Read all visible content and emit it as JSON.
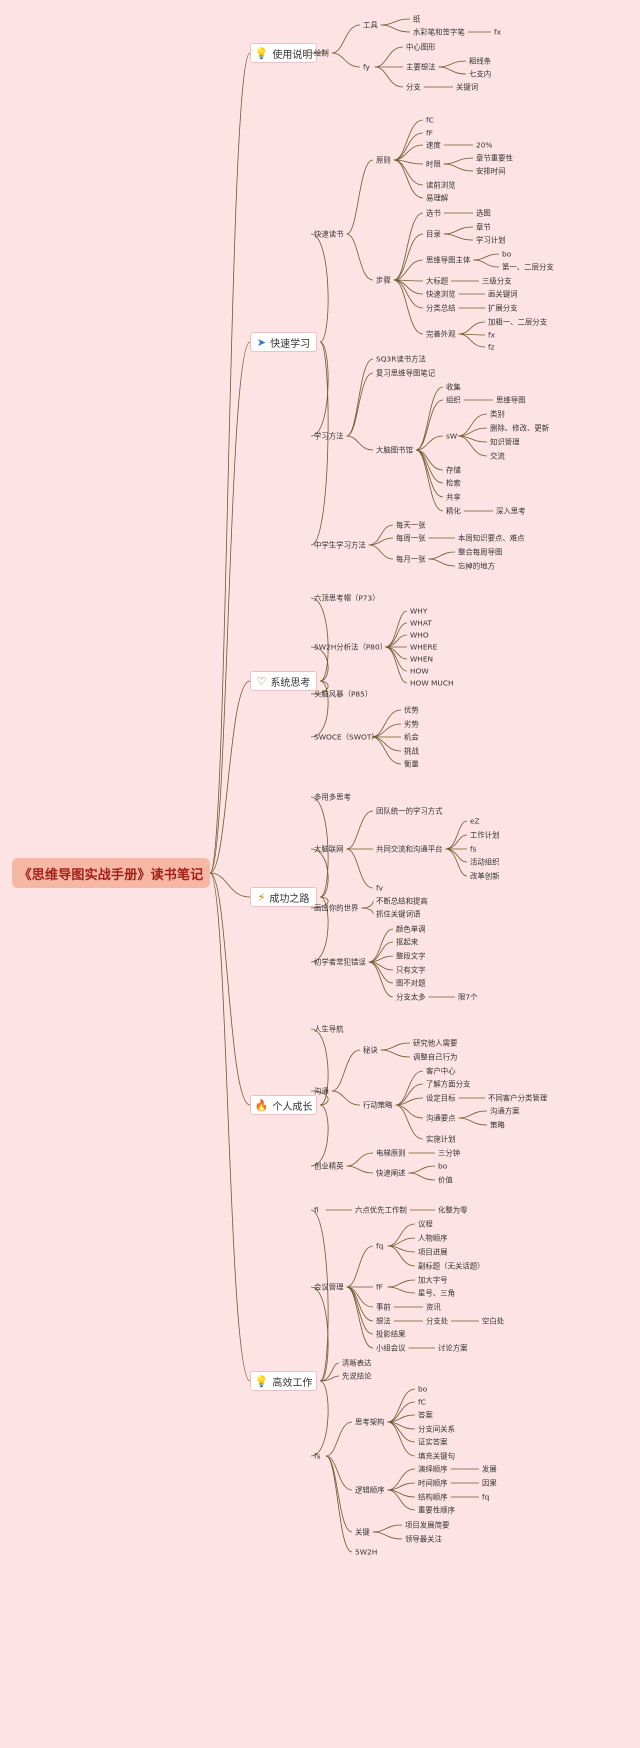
{
  "title": "《思维导图实战手册》读书笔记",
  "colors": {
    "background": "#fde3e3",
    "line": "#6e5a2c",
    "root_fill": "#f6b8a5",
    "root_text": "#a3201b"
  },
  "categories": [
    {
      "label": "使用说明",
      "icon": "lightbulb-icon",
      "glyph": "💡",
      "icon_color": "#e0a100"
    },
    {
      "label": "快速学习",
      "icon": "send-icon",
      "glyph": "➤",
      "icon_color": "#2a7bd0"
    },
    {
      "label": "系统思考",
      "icon": "heart-icon",
      "glyph": "♡",
      "icon_color": "#d43a3a"
    },
    {
      "label": "成功之路",
      "icon": "magic-wand-icon",
      "glyph": "⚡",
      "icon_color": "#c07a10"
    },
    {
      "label": "个人成长",
      "icon": "fire-icon",
      "glyph": "🔥",
      "icon_color": "#2a7bd0"
    },
    {
      "label": "高效工作",
      "icon": "lightbulb-icon",
      "glyph": "💡",
      "icon_color": "#e0a100"
    }
  ],
  "nodes": [
    {
      "id": "a1",
      "text": "绘制"
    },
    {
      "id": "a2",
      "text": "工具"
    },
    {
      "id": "a3",
      "text": "纸"
    },
    {
      "id": "a4",
      "text": "水彩笔和签字笔"
    },
    {
      "id": "a5",
      "text": "fx"
    },
    {
      "id": "a6",
      "text": "fy"
    },
    {
      "id": "a7",
      "text": "中心图形"
    },
    {
      "id": "a8",
      "text": "主要想法"
    },
    {
      "id": "a9",
      "text": "粗线条"
    },
    {
      "id": "a10",
      "text": "七支内"
    },
    {
      "id": "a11",
      "text": "分支"
    },
    {
      "id": "a12",
      "text": "关键词"
    },
    {
      "id": "b1",
      "text": "快速读书"
    },
    {
      "id": "b2",
      "text": "原则"
    },
    {
      "id": "b3",
      "text": "fC"
    },
    {
      "id": "b4",
      "text": "fF"
    },
    {
      "id": "b5",
      "text": "速度"
    },
    {
      "id": "b6",
      "text": "20%"
    },
    {
      "id": "b7",
      "text": "时限"
    },
    {
      "id": "b8",
      "text": "章节重要性"
    },
    {
      "id": "b9",
      "text": "安排时间"
    },
    {
      "id": "b10",
      "text": "读前浏览"
    },
    {
      "id": "b11",
      "text": "易理解"
    },
    {
      "id": "b12",
      "text": "步骤"
    },
    {
      "id": "b13",
      "text": "选书"
    },
    {
      "id": "b14",
      "text": "选图"
    },
    {
      "id": "b15",
      "text": "目录"
    },
    {
      "id": "b16",
      "text": "章节"
    },
    {
      "id": "b17",
      "text": "学习计划"
    },
    {
      "id": "b18",
      "text": "思维导图主体"
    },
    {
      "id": "b19",
      "text": "bo"
    },
    {
      "id": "b20",
      "text": "第一、二层分支"
    },
    {
      "id": "b21",
      "text": "大标题"
    },
    {
      "id": "b22",
      "text": "三级分支"
    },
    {
      "id": "b23",
      "text": "快速浏览"
    },
    {
      "id": "b24",
      "text": "画关键词"
    },
    {
      "id": "b25",
      "text": "分类总结"
    },
    {
      "id": "b26",
      "text": "扩展分支"
    },
    {
      "id": "b27",
      "text": "完善外观"
    },
    {
      "id": "b28",
      "text": "加粗一、二层分支"
    },
    {
      "id": "b29",
      "text": "fx"
    },
    {
      "id": "b30",
      "text": "fz"
    },
    {
      "id": "b31",
      "text": "学习方法"
    },
    {
      "id": "b32",
      "text": "SQ3R读书方法"
    },
    {
      "id": "b33",
      "text": "复习思维导图笔记"
    },
    {
      "id": "b34",
      "text": "大脑图书馆"
    },
    {
      "id": "b35",
      "text": "收集"
    },
    {
      "id": "b36",
      "text": "组织"
    },
    {
      "id": "b37",
      "text": "思维导图"
    },
    {
      "id": "b38",
      "text": "sW"
    },
    {
      "id": "b39",
      "text": "类别"
    },
    {
      "id": "b40",
      "text": "删除、修改、更新"
    },
    {
      "id": "b41",
      "text": "知识管理"
    },
    {
      "id": "b42",
      "text": "交流"
    },
    {
      "id": "b43",
      "text": "存储"
    },
    {
      "id": "b44",
      "text": "检索"
    },
    {
      "id": "b45",
      "text": "共享"
    },
    {
      "id": "b46",
      "text": "精化"
    },
    {
      "id": "b47",
      "text": "深入思考"
    },
    {
      "id": "b48",
      "text": "中学生学习方法"
    },
    {
      "id": "b49",
      "text": "每天一张"
    },
    {
      "id": "b50",
      "text": "每周一张"
    },
    {
      "id": "b51",
      "text": "本周知识要点、难点"
    },
    {
      "id": "b52",
      "text": "每月一张"
    },
    {
      "id": "b53",
      "text": "整合每周导图"
    },
    {
      "id": "b54",
      "text": "忘掉的地方"
    },
    {
      "id": "c1",
      "text": "六顶思考帽（P73）"
    },
    {
      "id": "c2",
      "text": "5W2H分析法（P80）"
    },
    {
      "id": "c3",
      "text": "WHY"
    },
    {
      "id": "c4",
      "text": "WHAT"
    },
    {
      "id": "c5",
      "text": "WHO"
    },
    {
      "id": "c6",
      "text": "WHERE"
    },
    {
      "id": "c7",
      "text": "WHEN"
    },
    {
      "id": "c8",
      "text": "HOW"
    },
    {
      "id": "c9",
      "text": "HOW MUCH"
    },
    {
      "id": "c10",
      "text": "头脑风暴（P85）"
    },
    {
      "id": "c11",
      "text": "SWOCE（SWOT）"
    },
    {
      "id": "c12",
      "text": "优势"
    },
    {
      "id": "c13",
      "text": "劣势"
    },
    {
      "id": "c14",
      "text": "机会"
    },
    {
      "id": "c15",
      "text": "挑战"
    },
    {
      "id": "c16",
      "text": "衡量"
    },
    {
      "id": "d1",
      "text": "多用多思考"
    },
    {
      "id": "d2",
      "text": "大脑联网"
    },
    {
      "id": "d3",
      "text": "团队统一的学习方式"
    },
    {
      "id": "d4",
      "text": "共同交流和沟通平台"
    },
    {
      "id": "d5",
      "text": "eZ"
    },
    {
      "id": "d6",
      "text": "工作计划"
    },
    {
      "id": "d7",
      "text": "fs"
    },
    {
      "id": "d8",
      "text": "活动组织"
    },
    {
      "id": "d9",
      "text": "改革创新"
    },
    {
      "id": "d10",
      "text": "fv"
    },
    {
      "id": "d11",
      "text": "画出你的世界"
    },
    {
      "id": "d12",
      "text": "不断总结和提高"
    },
    {
      "id": "d13",
      "text": "抓住关键词语"
    },
    {
      "id": "d14",
      "text": "初学者常犯错误"
    },
    {
      "id": "d15",
      "text": "颜色单调"
    },
    {
      "id": "d16",
      "text": "抠起来"
    },
    {
      "id": "d17",
      "text": "整段文字"
    },
    {
      "id": "d18",
      "text": "只有文字"
    },
    {
      "id": "d19",
      "text": "图不对题"
    },
    {
      "id": "d20",
      "text": "分支太多"
    },
    {
      "id": "d21",
      "text": "限7个"
    },
    {
      "id": "e1",
      "text": "人生导航"
    },
    {
      "id": "e2",
      "text": "沟通"
    },
    {
      "id": "e3",
      "text": "秘诀"
    },
    {
      "id": "e4",
      "text": "研究他人需要"
    },
    {
      "id": "e5",
      "text": "调整自己行为"
    },
    {
      "id": "e6",
      "text": "行动策略"
    },
    {
      "id": "e7",
      "text": "客户中心"
    },
    {
      "id": "e8",
      "text": "了解方面分支"
    },
    {
      "id": "e9",
      "text": "设定目标"
    },
    {
      "id": "e10",
      "text": "不同客户分类管理"
    },
    {
      "id": "e11",
      "text": "沟通要点"
    },
    {
      "id": "e12",
      "text": "沟通方案"
    },
    {
      "id": "e13",
      "text": "策略"
    },
    {
      "id": "e14",
      "text": "实施计划"
    },
    {
      "id": "e15",
      "text": "创业精英"
    },
    {
      "id": "e16",
      "text": "电梯原则"
    },
    {
      "id": "e17",
      "text": "三分钟"
    },
    {
      "id": "e18",
      "text": "快速阐述"
    },
    {
      "id": "e19",
      "text": "bo"
    },
    {
      "id": "e20",
      "text": "价值"
    },
    {
      "id": "f1",
      "text": "fi"
    },
    {
      "id": "f2",
      "text": "六点优先工作制"
    },
    {
      "id": "f3",
      "text": "化整为零"
    },
    {
      "id": "f4",
      "text": "会议管理"
    },
    {
      "id": "f5",
      "text": "fq"
    },
    {
      "id": "f6",
      "text": "议程"
    },
    {
      "id": "f7",
      "text": "人物顺序"
    },
    {
      "id": "f8",
      "text": "项目进展"
    },
    {
      "id": "f9",
      "text": "副标题（无关话题）"
    },
    {
      "id": "f10",
      "text": "fF"
    },
    {
      "id": "f11",
      "text": "加大字号"
    },
    {
      "id": "f12",
      "text": "星号、三角"
    },
    {
      "id": "f13",
      "text": "事前"
    },
    {
      "id": "f14",
      "text": "资讯"
    },
    {
      "id": "f15",
      "text": "想法"
    },
    {
      "id": "f16",
      "text": "分支处"
    },
    {
      "id": "f17",
      "text": "空白处"
    },
    {
      "id": "f18",
      "text": "投影结果"
    },
    {
      "id": "f19",
      "text": "小组会议"
    },
    {
      "id": "f20",
      "text": "讨论方案"
    },
    {
      "id": "f21",
      "text": "清晰表达"
    },
    {
      "id": "f22",
      "text": "先说结论"
    },
    {
      "id": "f23",
      "text": "fs"
    },
    {
      "id": "f24",
      "text": "思考架构"
    },
    {
      "id": "f25",
      "text": "bo"
    },
    {
      "id": "f26",
      "text": "fC"
    },
    {
      "id": "f27",
      "text": "答案"
    },
    {
      "id": "f28",
      "text": "分支间关系"
    },
    {
      "id": "f29",
      "text": "证实答案"
    },
    {
      "id": "f30",
      "text": "填充关键句"
    },
    {
      "id": "f31",
      "text": "逻辑顺序"
    },
    {
      "id": "f32",
      "text": "演绎顺序"
    },
    {
      "id": "f33",
      "text": "发展"
    },
    {
      "id": "f34",
      "text": "时间顺序"
    },
    {
      "id": "f35",
      "text": "因果"
    },
    {
      "id": "f36",
      "text": "结构顺序"
    },
    {
      "id": "f37",
      "text": "fq"
    },
    {
      "id": "f38",
      "text": "重要性顺序"
    },
    {
      "id": "f39",
      "text": "关键"
    },
    {
      "id": "f40",
      "text": "项目发展简要"
    },
    {
      "id": "f41",
      "text": "领导最关注"
    },
    {
      "id": "f42",
      "text": "5W2H"
    }
  ]
}
